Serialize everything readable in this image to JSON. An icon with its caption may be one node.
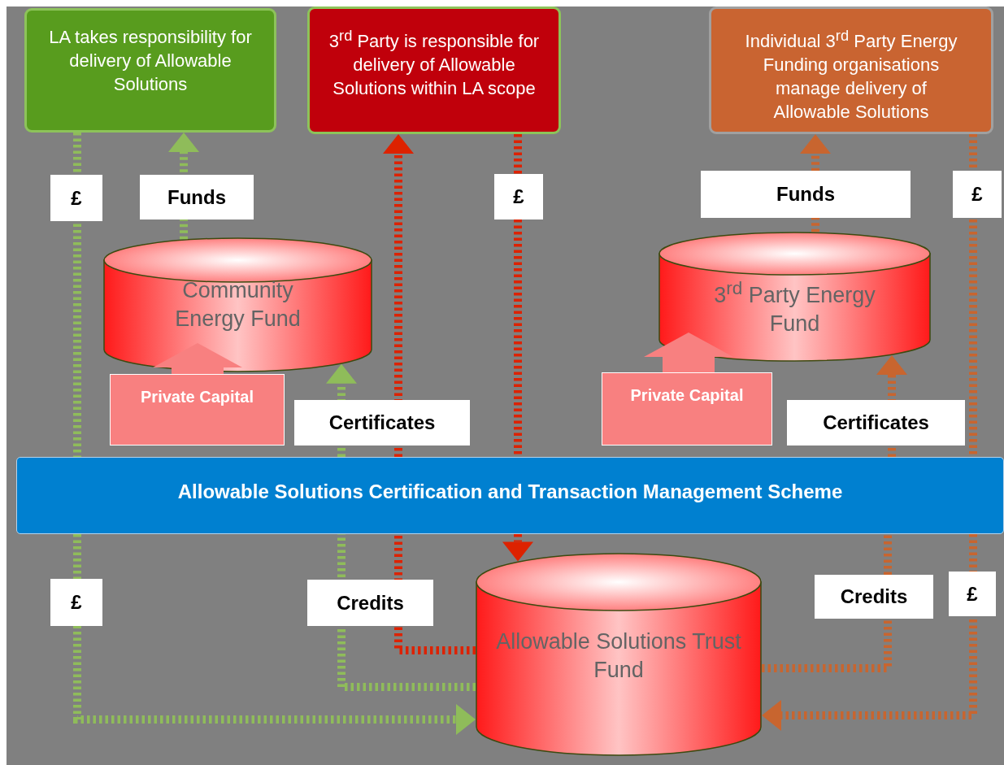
{
  "diagram": {
    "nodes": [
      {
        "text": [
          "LA takes responsibility for delivery of Allowable Solutions"
        ]
      },
      {
        "text": [
          "3$^{rd}$ Party is responsible for delivery of Allowable Solutions within LA scope"
        ]
      },
      {
        "text": [
          "Individual 3$^{rd}$ Party Energy Funding organisations manage delivery of Allowable Solutions"
        ]
      },
      {
        "text": [
          "Community Energy Fund"
        ]
      },
      {
        "text": [
          "3$^{rd}$ Party Energy Fund"
        ]
      },
      {
        "text": [
          "Private Capital"
        ]
      },
      {
        "text": [
          "Private Capital"
        ]
      },
      {
        "text": [
          "Allowable Solutions Certification and Transaction Management Scheme"
        ]
      },
      {
        "text": [
          "Allowable Solutions Trust Fund"
        ]
      }
    ],
    "edges": [
      {
        "from": 0,
        "to": 7,
        "arrow": "none",
        "label": "£",
        "style": "dashed",
        "color": "#8fbc5a"
      },
      {
        "from": 7,
        "to": 8,
        "arrow": "to",
        "label": "£",
        "style": "dashed",
        "color": "#8fbc5a"
      },
      {
        "from": 3,
        "to": 0,
        "arrow": "to",
        "label": "Funds",
        "style": "dashed",
        "color": "#8fbc5a"
      },
      {
        "from": 8,
        "to": 7,
        "arrow": "none",
        "label": "Credits",
        "style": "dashed",
        "color": "#8fbc5a"
      },
      {
        "from": 7,
        "to": 3,
        "arrow": "to",
        "label": "Certificates",
        "style": "dashed",
        "color": "#8fbc5a"
      },
      {
        "from": 8,
        "to": 7,
        "arrow": "none",
        "style": "dashed",
        "color": "#dd2200"
      },
      {
        "from": 7,
        "to": 1,
        "arrow": "to",
        "style": "dashed",
        "color": "#dd2200"
      },
      {
        "from": 1,
        "to": 7,
        "arrow": "none",
        "label": "£",
        "style": "dashed",
        "color": "#dd2200"
      },
      {
        "from": 7,
        "to": 8,
        "arrow": "to",
        "style": "dashed",
        "color": "#dd2200"
      },
      {
        "from": 4,
        "to": 2,
        "arrow": "to",
        "label": "Funds",
        "style": "dashed",
        "color": "#c8652f"
      },
      {
        "from": 8,
        "to": 7,
        "arrow": "none",
        "label": "Credits",
        "style": "dashed",
        "color": "#c8652f"
      },
      {
        "from": 7,
        "to": 4,
        "arrow": "to",
        "label": "Certificates",
        "style": "dashed",
        "color": "#c8652f"
      },
      {
        "from": 2,
        "to": 7,
        "arrow": "none",
        "label": "£",
        "style": "dashed",
        "color": "#c8652f"
      },
      {
        "from": 7,
        "to": 8,
        "arrow": "to",
        "label": "£",
        "style": "dashed",
        "color": "#c8652f"
      },
      {
        "from": 5,
        "to": 3,
        "arrow": "to",
        "style": "thick",
        "color": "#f88080"
      },
      {
        "from": 6,
        "to": 4,
        "arrow": "to",
        "style": "thick",
        "color": "#f88080"
      }
    ]
  }
}
